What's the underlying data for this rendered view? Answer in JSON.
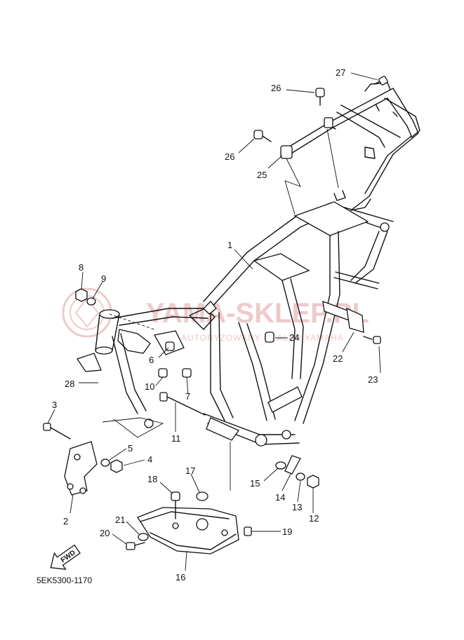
{
  "watermark": {
    "brand": "YAMA-SKLEP.PL",
    "tagline": "AUTORYZOWANY DEALER YAMAHA"
  },
  "drawing_code": "5EK5300-1170",
  "direction_label": "FWD",
  "callouts": [
    "1",
    "2",
    "3",
    "4",
    "5",
    "6",
    "7",
    "8",
    "9",
    "10",
    "11",
    "12",
    "13",
    "14",
    "15",
    "16",
    "17",
    "18",
    "19",
    "20",
    "21",
    "22",
    "23",
    "24",
    "25",
    "26",
    "26",
    "27",
    "28"
  ]
}
